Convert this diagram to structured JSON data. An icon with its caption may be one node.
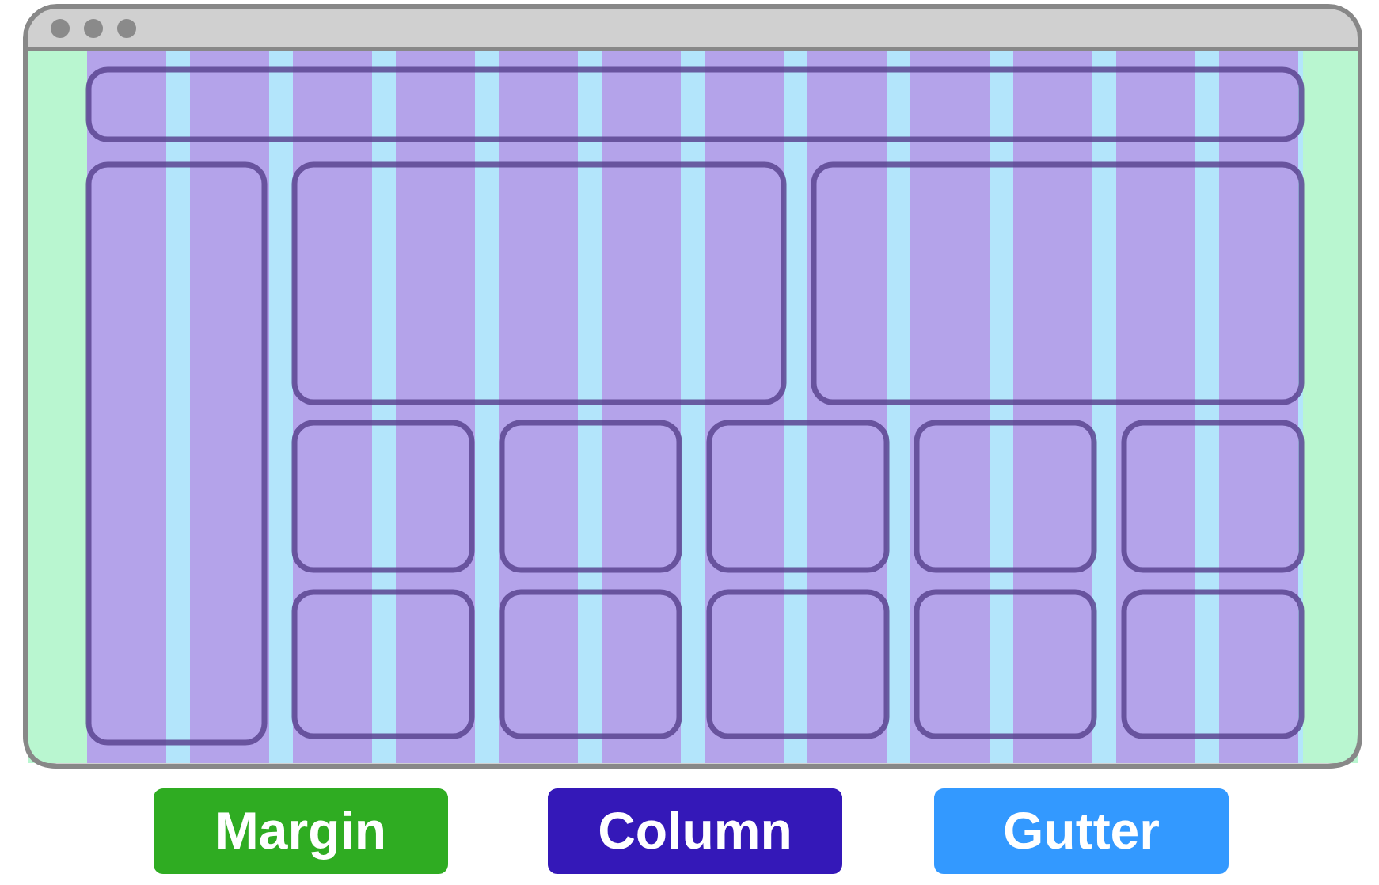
{
  "diagram": {
    "legend": [
      {
        "text": "Margin",
        "color": "#2fac22"
      },
      {
        "text": "Column",
        "color": "#3418b8"
      },
      {
        "text": "Gutter",
        "color": "#3399ff"
      }
    ]
  }
}
